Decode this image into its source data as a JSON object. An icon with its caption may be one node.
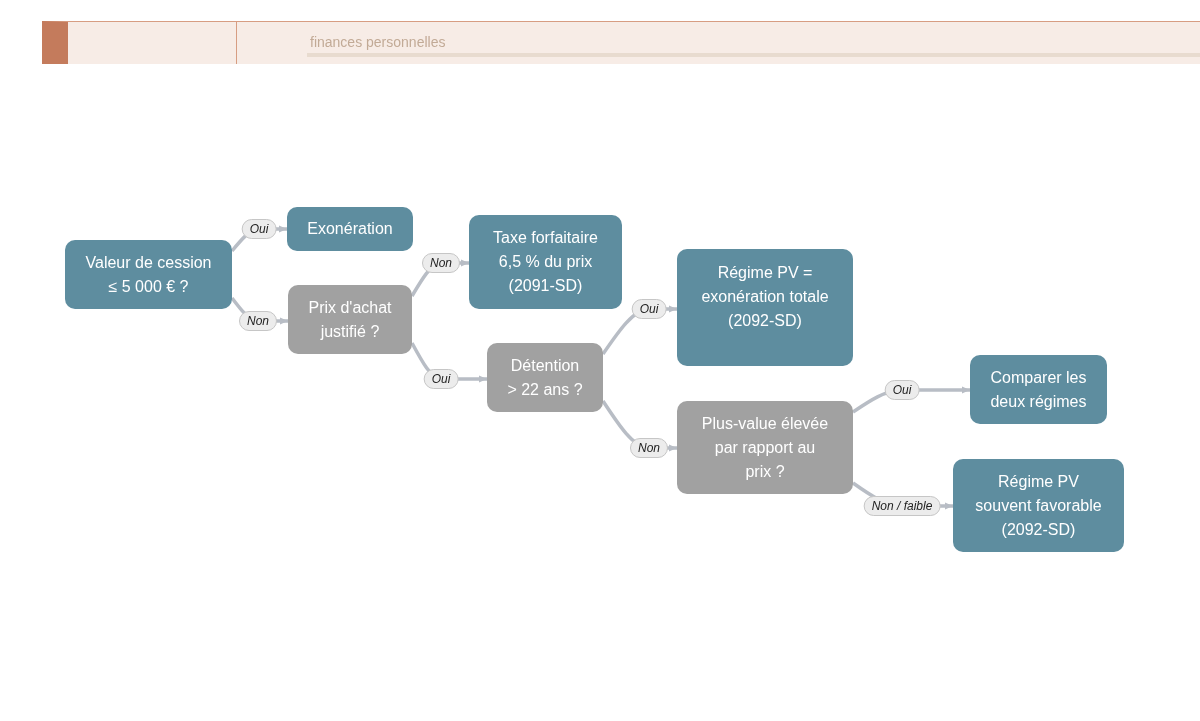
{
  "diagram": {
    "nodes": [
      {
        "text": [
          "Valeur de cession ≤ 5 000 € ?"
        ]
      },
      {
        "text": [
          "Exonération"
        ]
      },
      {
        "text": [
          "Prix d'achat justifié ?"
        ]
      },
      {
        "text": [
          "Taxe forfaitaire 6,5 % du prix (2091-SD)"
        ]
      },
      {
        "text": [
          "Détention > 22 ans ?"
        ]
      },
      {
        "text": [
          "Régime PV = exonération totale (2092-SD)"
        ]
      },
      {
        "text": [
          "Plus-value élevée par rapport au prix ?"
        ]
      },
      {
        "text": [
          "Comparer les deux régimes"
        ]
      },
      {
        "text": [
          "Régime PV souvent favorable (2092-SD)"
        ]
      }
    ],
    "edges": [
      {
        "from": 0,
        "to": 1,
        "arrow": "to",
        "label": "Oui"
      },
      {
        "from": 0,
        "to": 2,
        "arrow": "to",
        "label": "Non"
      },
      {
        "from": 2,
        "to": 3,
        "arrow": "to",
        "label": "Non"
      },
      {
        "from": 2,
        "to": 4,
        "arrow": "to",
        "label": "Oui"
      },
      {
        "from": 4,
        "to": 5,
        "arrow": "to",
        "label": "Oui"
      },
      {
        "from": 4,
        "to": 6,
        "arrow": "to",
        "label": "Non"
      },
      {
        "from": 6,
        "to": 7,
        "arrow": "to",
        "label": "Oui"
      },
      {
        "from": 6,
        "to": 8,
        "arrow": "to",
        "label": "Non / faible"
      }
    ],
    "labels": [
      "finances personnelles"
    ]
  }
}
